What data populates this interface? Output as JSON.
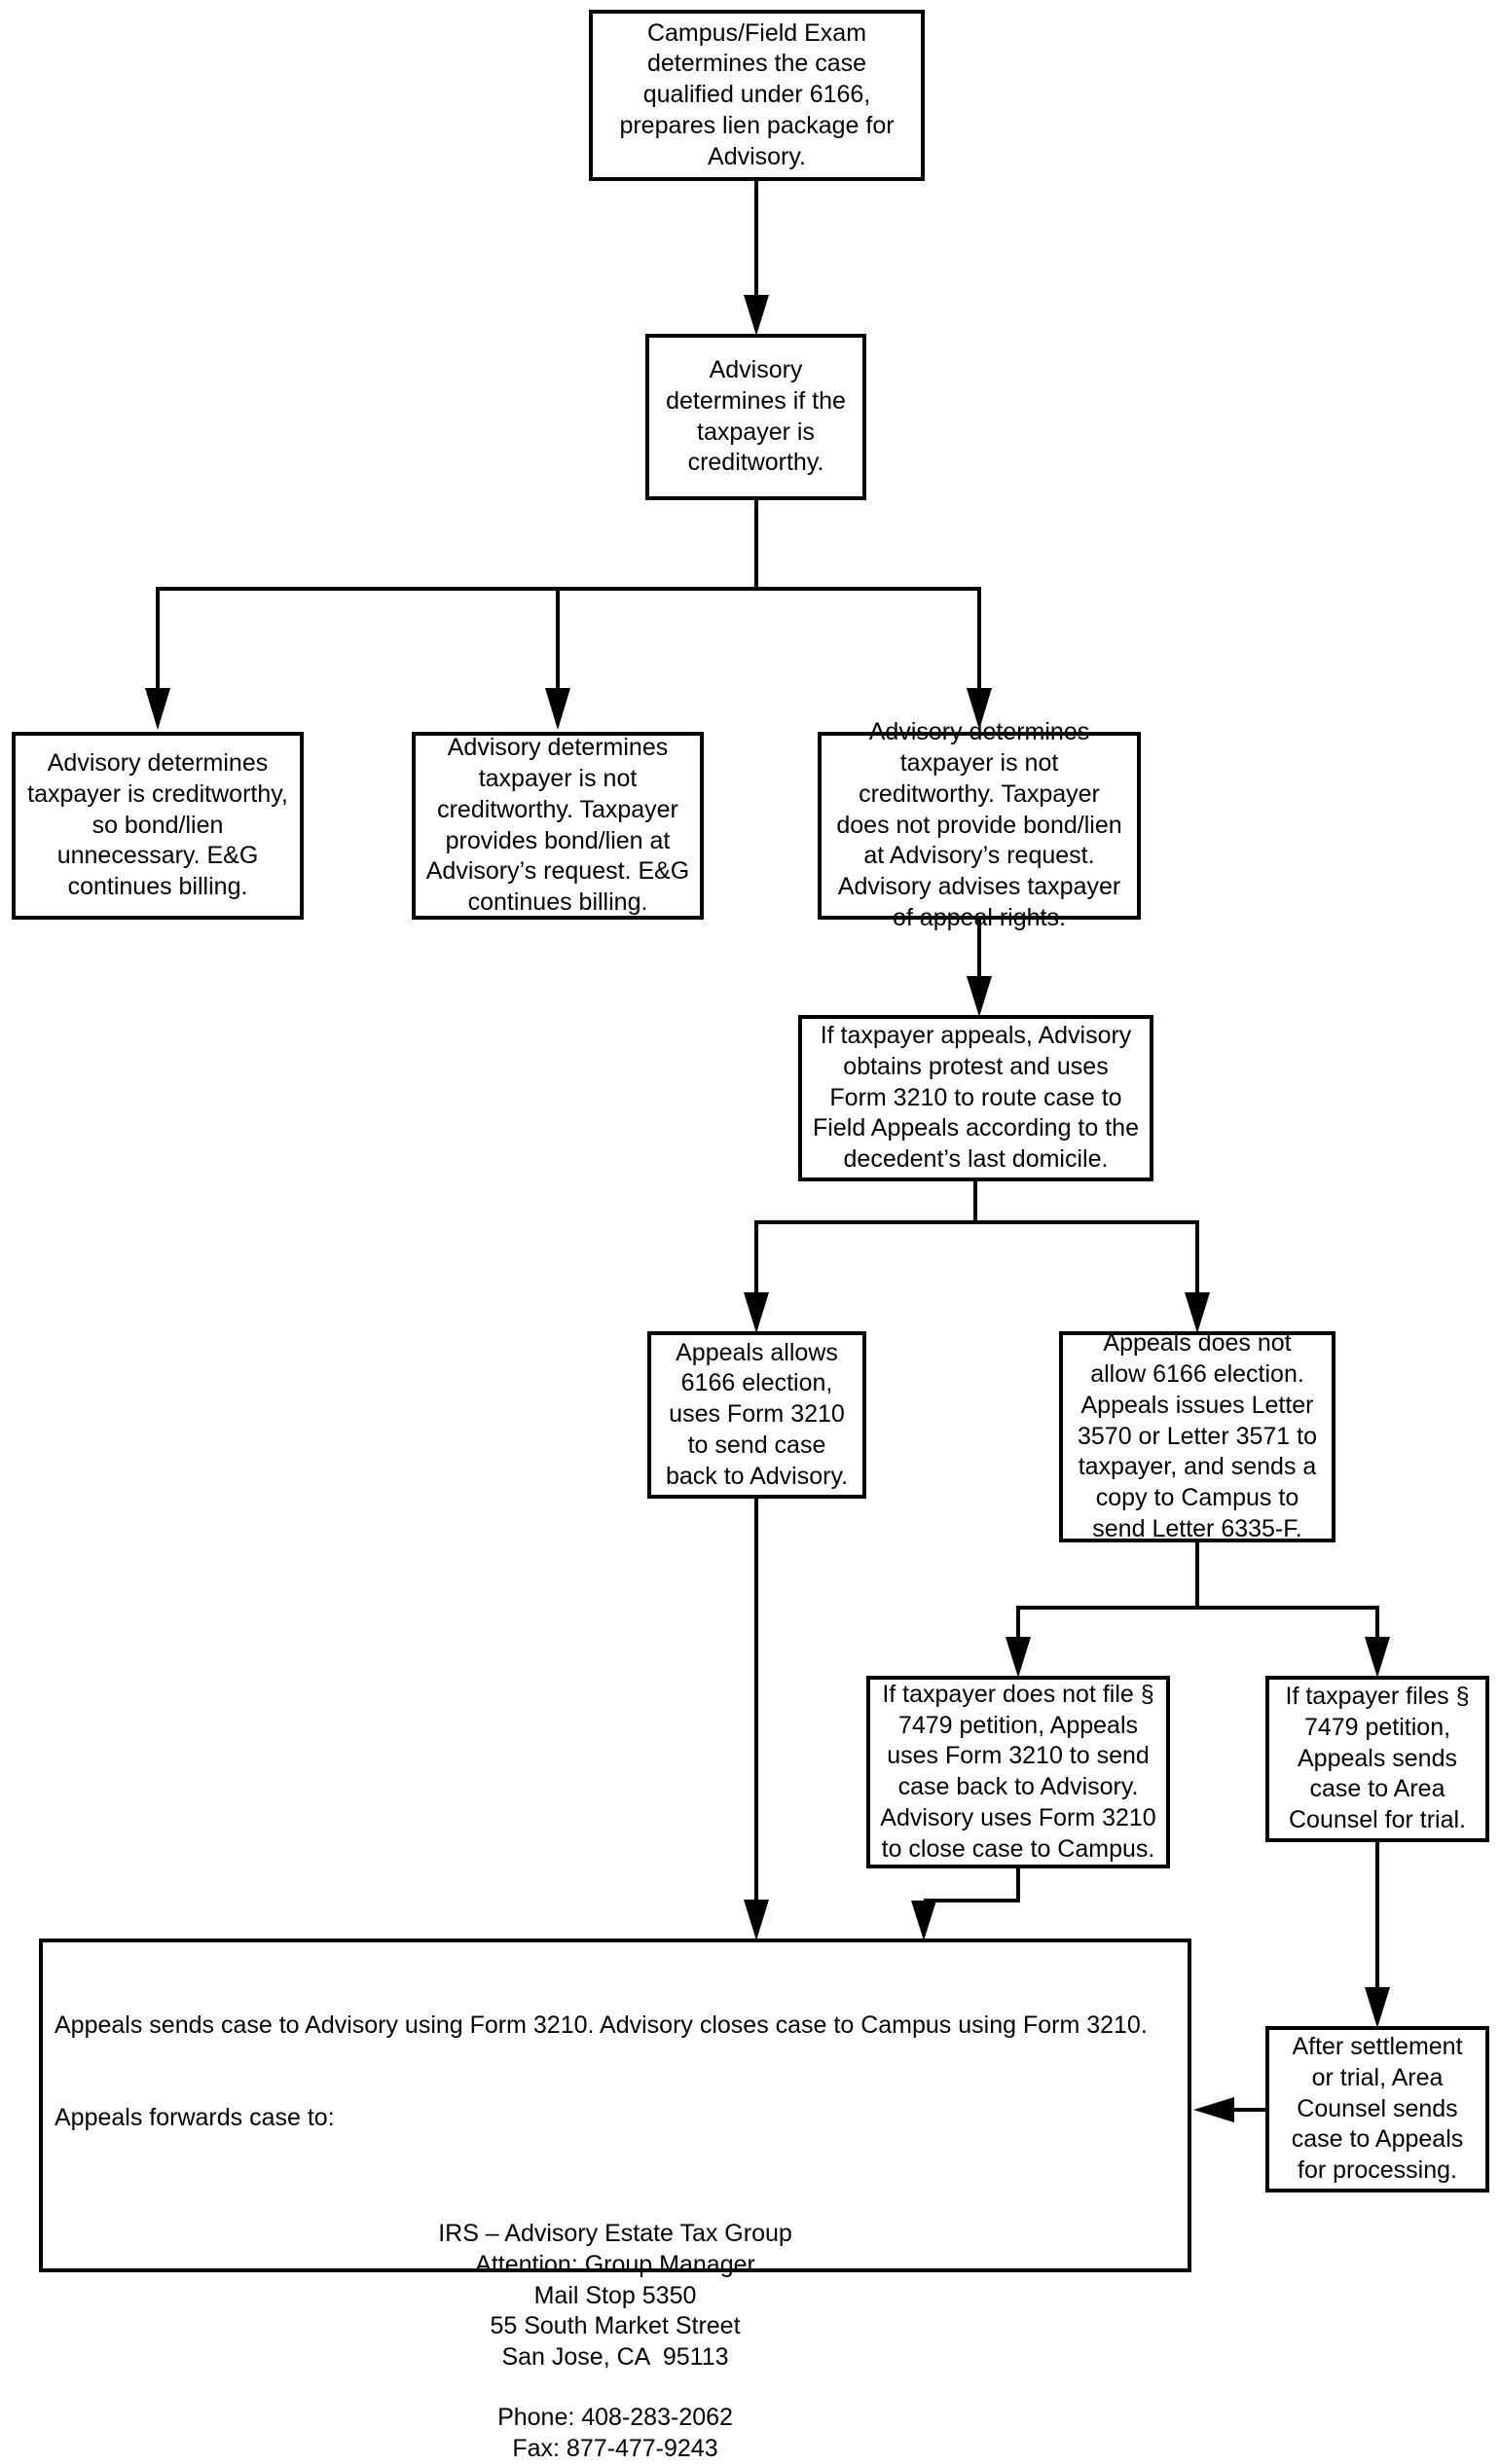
{
  "colors": {
    "ink": "#000000",
    "paper": "#ffffff"
  },
  "nodes": {
    "campus_exam": "Campus/Field Exam determines the case qualified under 6166, prepares lien package for Advisory.",
    "advisory_check": "Advisory determines if the taxpayer is creditworthy.",
    "creditworthy": "Advisory determines taxpayer is creditworthy, so bond/lien unnecessary. E&G continues billing.",
    "not_creditworthy_bond": "Advisory determines taxpayer is not creditworthy. Taxpayer provides bond/lien at Advisory’s request. E&G continues billing.",
    "not_creditworthy_no_bond": "Advisory determines taxpayer is not creditworthy. Taxpayer does not provide bond/lien at Advisory’s request. Advisory advises taxpayer of appeal rights.",
    "taxpayer_appeals": "If taxpayer appeals, Advisory obtains protest and uses Form 3210 to route case to Field Appeals according to the decedent’s last domicile.",
    "appeals_allows": "Appeals allows 6166 election, uses Form 3210 to send case back to Advisory.",
    "appeals_disallows": "Appeals does not allow 6166 election. Appeals issues Letter 3570 or Letter 3571 to taxpayer, and sends a copy to Campus to send Letter 6335-F.",
    "no_petition": "If taxpayer does not file § 7479 petition, Appeals uses Form 3210 to send case back to Advisory. Advisory uses Form 3210 to close case to Campus.",
    "petition_filed": "If taxpayer files § 7479 petition, Appeals sends case to Area Counsel for trial.",
    "after_settlement": "After settlement or trial, Area Counsel sends case to Appeals for processing.",
    "closing": {
      "line1": "Appeals sends case to Advisory using Form 3210. Advisory closes case to Campus using Form 3210.",
      "line2": "Appeals forwards case to:",
      "address": [
        "IRS – Advisory Estate Tax Group",
        "Attention: Group Manager",
        "Mail Stop 5350",
        "55 South Market Street",
        "San Jose, CA  95113"
      ],
      "phone": "Phone: 408-283-2062",
      "fax": "Fax: 877-477-9243"
    }
  }
}
